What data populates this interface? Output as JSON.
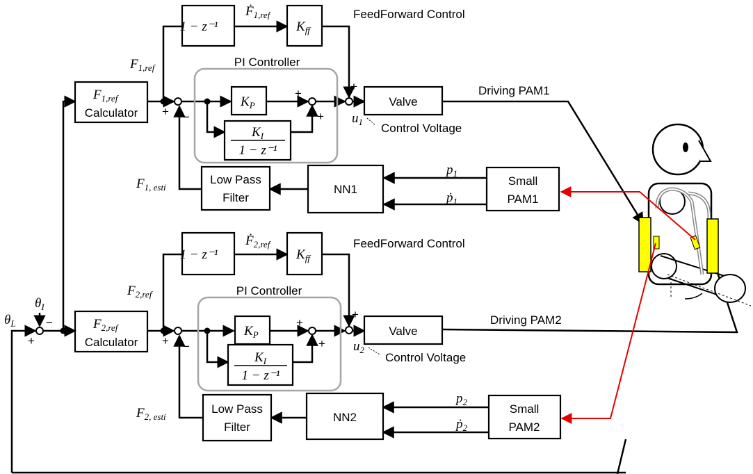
{
  "colors": {
    "line": "#000000",
    "pi_border": "#a6a6a6",
    "signal_red": "#e60000",
    "pam_yellow": "#ffff00"
  },
  "loop1": {
    "diff_block": "1 − z⁻¹",
    "diff_out_sym": "Ḟ",
    "diff_out_sub": "1,ref",
    "ff_gain_sym": "K",
    "ff_gain_sub": "ff",
    "ff_label": "FeedForward Control",
    "fref_sym": "F",
    "fref_sub": "1,ref",
    "calc_line1_sym": "F",
    "calc_line1_sub": "1,ref",
    "calc_line2": "Calculator",
    "pi_title": "PI Controller",
    "kp_sym": "K",
    "kp_sub": "P",
    "ki_num_sym": "K",
    "ki_num_sub": "I",
    "ki_den": "1 − z⁻¹",
    "valve": "Valve",
    "drive_label": "Driving PAM1",
    "u_sym": "u",
    "u_sub": "1",
    "cv_label": "Control Voltage",
    "lpf_line1": "Low Pass",
    "lpf_line2": "Filter",
    "nn": "NN1",
    "p_sym": "p",
    "p_sub": "1",
    "pdot_sym": "ṗ",
    "pdot_sub": "1",
    "small_line1": "Small",
    "small_line2": "PAM1",
    "fest_sym": "F",
    "fest_sub": "1, esti"
  },
  "loop2": {
    "diff_block": "1 − z⁻¹",
    "diff_out_sym": "Ḟ",
    "diff_out_sub": "2,ref",
    "ff_gain_sym": "K",
    "ff_gain_sub": "ff",
    "ff_label": "FeedForward Control",
    "fref_sym": "F",
    "fref_sub": "2,ref",
    "calc_line1_sym": "F",
    "calc_line1_sub": "2,ref",
    "calc_line2": "Calculator",
    "pi_title": "PI Controller",
    "kp_sym": "K",
    "kp_sub": "P",
    "ki_num_sym": "K",
    "ki_num_sub": "I",
    "ki_den": "1 − z⁻¹",
    "valve": "Valve",
    "drive_label": "Driving PAM2",
    "u_sym": "u",
    "u_sub": "2",
    "cv_label": "Control Voltage",
    "lpf_line1": "Low Pass",
    "lpf_line2": "Filter",
    "nn": "NN2",
    "p_sym": "p",
    "p_sub": "2",
    "pdot_sym": "ṗ",
    "pdot_sub": "2",
    "small_line1": "Small",
    "small_line2": "PAM2",
    "fest_sym": "F",
    "fest_sub": "2, esti"
  },
  "input": {
    "theta_l_sym": "θ",
    "theta_l_sub": "L",
    "theta_i_sym": "θ",
    "theta_i_sub": "I"
  },
  "signs": {
    "plus": "+",
    "minus": "−"
  }
}
